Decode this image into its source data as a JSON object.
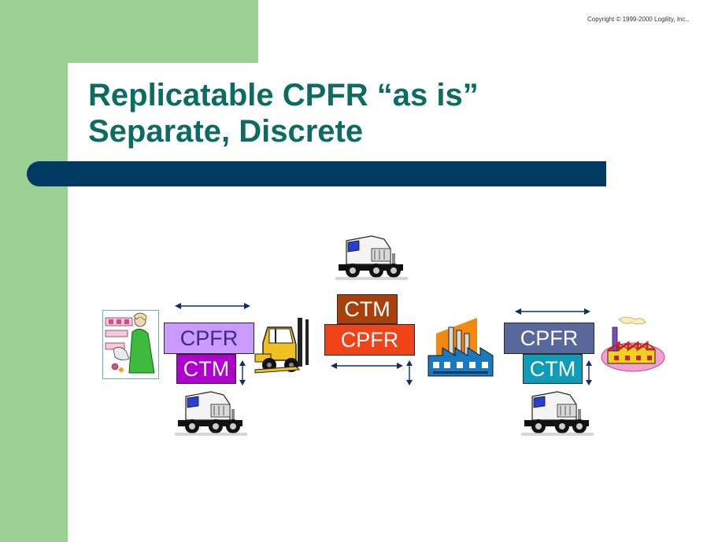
{
  "copyright": "Copyright © 1999-2000 Logility, Inc.,",
  "title": {
    "line1": "Replicatable CPFR “as is”",
    "line2": "Separate, Discrete"
  },
  "labels": {
    "cpfr": "CPFR",
    "ctm": "CTM"
  },
  "colors": {
    "left_cpfr": "#cc99ff",
    "left_ctm": "#b000d0",
    "center_cpfr": "#f04418",
    "center_ctm": "#a8400c",
    "right_cpfr": "#58689a",
    "right_ctm": "#0e9cb8",
    "accent_green": "#9ccf93",
    "title_color": "#0c6b62",
    "bar_color": "#003a63"
  },
  "icons": [
    "shopper-icon",
    "forklift-icon",
    "factory-icon",
    "manufacturing-plant-icon",
    "truck-icon",
    "horizontal-arrow-icon",
    "vertical-arrow-icon"
  ]
}
